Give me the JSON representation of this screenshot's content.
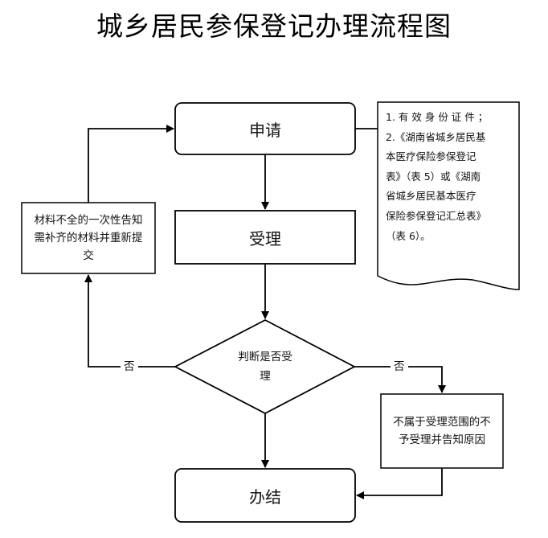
{
  "diagram": {
    "title": "城乡居民参保登记办理流程图",
    "nodes": {
      "apply": "申请",
      "accept": "受理",
      "decision": "判断是否受理",
      "reject": "不属于受理范围的不予受理并告知原因",
      "incomplete": "材料不全的一次性告知需补齐的材料并重新提交",
      "finish": "办结"
    },
    "edges": {
      "left_no": "否",
      "right_no": "否"
    },
    "document_note": "1. 有 效 身 份 证 件 ；\n2.《湖南省城乡居民基\n本医疗保险参保登记\n表》（表 5）或《湖南\n省城乡居民基本医疗\n保险参保登记汇总表》\n（表 6）。"
  }
}
